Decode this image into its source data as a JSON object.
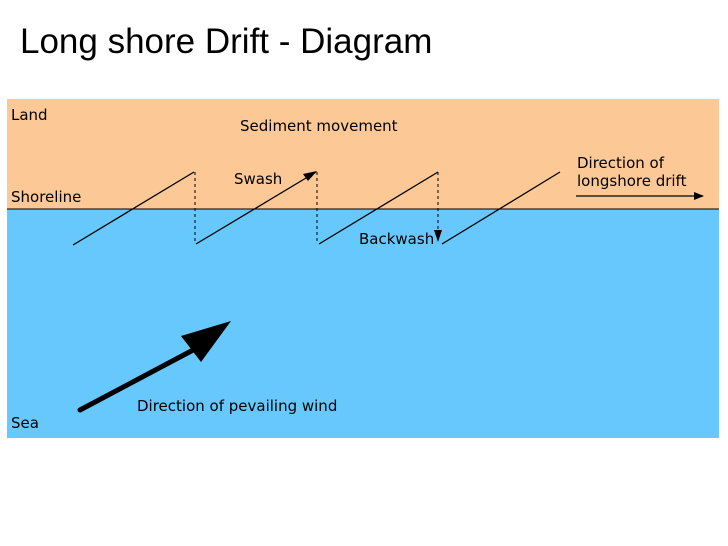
{
  "title": "Long shore Drift - Diagram",
  "diagram": {
    "labels": {
      "land": "Land",
      "shoreline": "Shoreline",
      "sea": "Sea",
      "sediment": "Sediment movement",
      "swash": "Swash",
      "backwash": "Backwash",
      "direction_of": "Direction of",
      "longshore_drift": "longshore drift",
      "wind": "Direction of pevailing wind"
    },
    "colors": {
      "land": "#fbc896",
      "sea": "#66c8fc",
      "line": "#000000"
    }
  }
}
